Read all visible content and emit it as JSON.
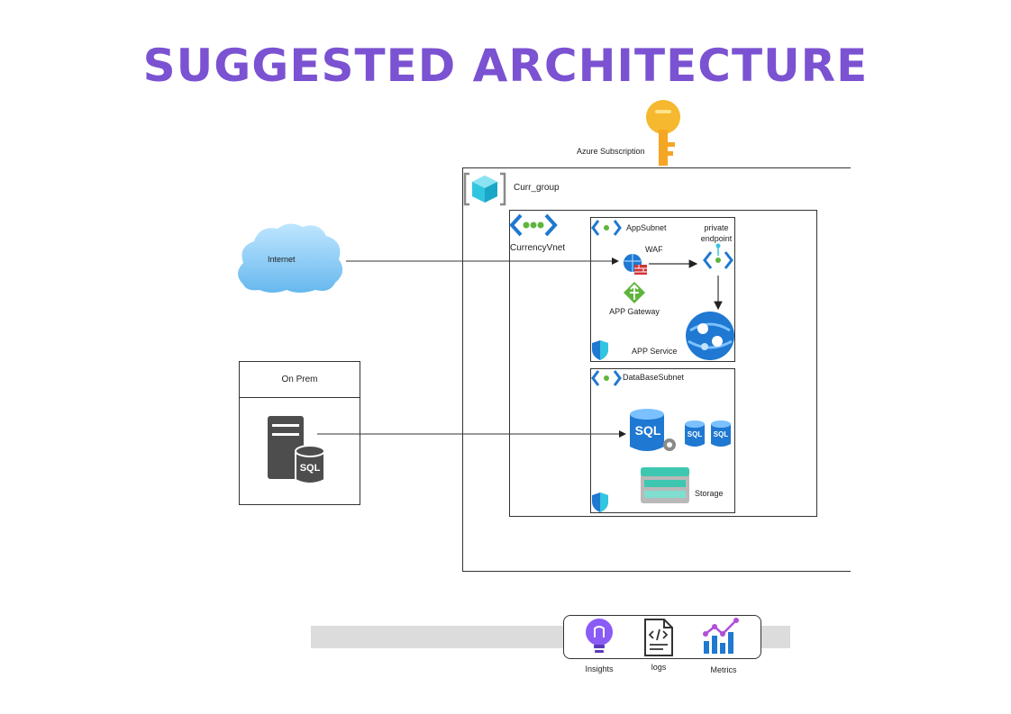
{
  "title": "SUGGESTED ARCHITECTURE",
  "subscription": {
    "label": "Azure Subscription"
  },
  "resource_group": {
    "label": "Curr_group"
  },
  "vnet": {
    "label": "CurrencyVnet"
  },
  "app_subnet": {
    "label": "AppSubnet",
    "waf": "WAF",
    "app_gateway": "APP Gateway",
    "private_endpoint": "private endpoint",
    "app_service": "APP Service"
  },
  "db_subnet": {
    "label": "DataBaseSubnet",
    "sql_main": "SQL",
    "sql_small_1": "SQL",
    "sql_small_2": "SQL",
    "storage": "Storage"
  },
  "internet": {
    "label": "Internet"
  },
  "on_prem": {
    "label": "On Prem",
    "sql": "SQL"
  },
  "monitoring": {
    "insights": "Insights",
    "logs": "logs",
    "metrics": "Metrics"
  },
  "colors": {
    "title": "#7b52d1",
    "key": "#f5b82e",
    "azure_blue": "#1f78d1",
    "cyan": "#32c5e0",
    "green": "#5eb53b",
    "purple": "#7b4fd6"
  }
}
